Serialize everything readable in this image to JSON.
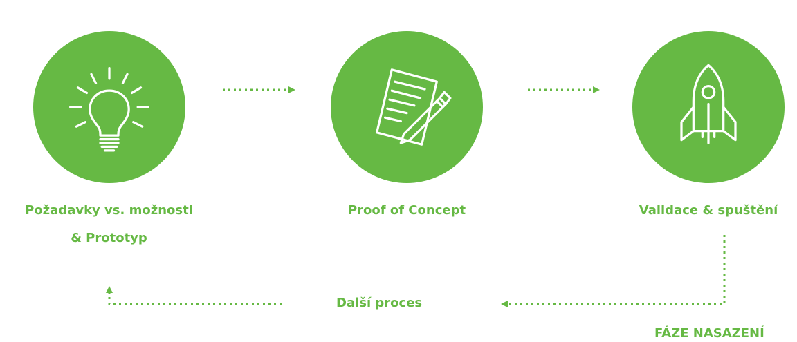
{
  "steps": [
    {
      "icon": "lightbulb-icon",
      "label_line1": "Požadavky vs. možnosti",
      "label_line2": "& Prototyp"
    },
    {
      "icon": "document-pen-icon",
      "label_line1": "Proof of Concept"
    },
    {
      "icon": "rocket-icon",
      "label_line1": "Validace & spuštění"
    }
  ],
  "loop_label": "Další proces",
  "phase_label": "FÁZE NASAZENÍ",
  "colors": {
    "accent": "#66b944",
    "icon_stroke": "#ffffff"
  }
}
